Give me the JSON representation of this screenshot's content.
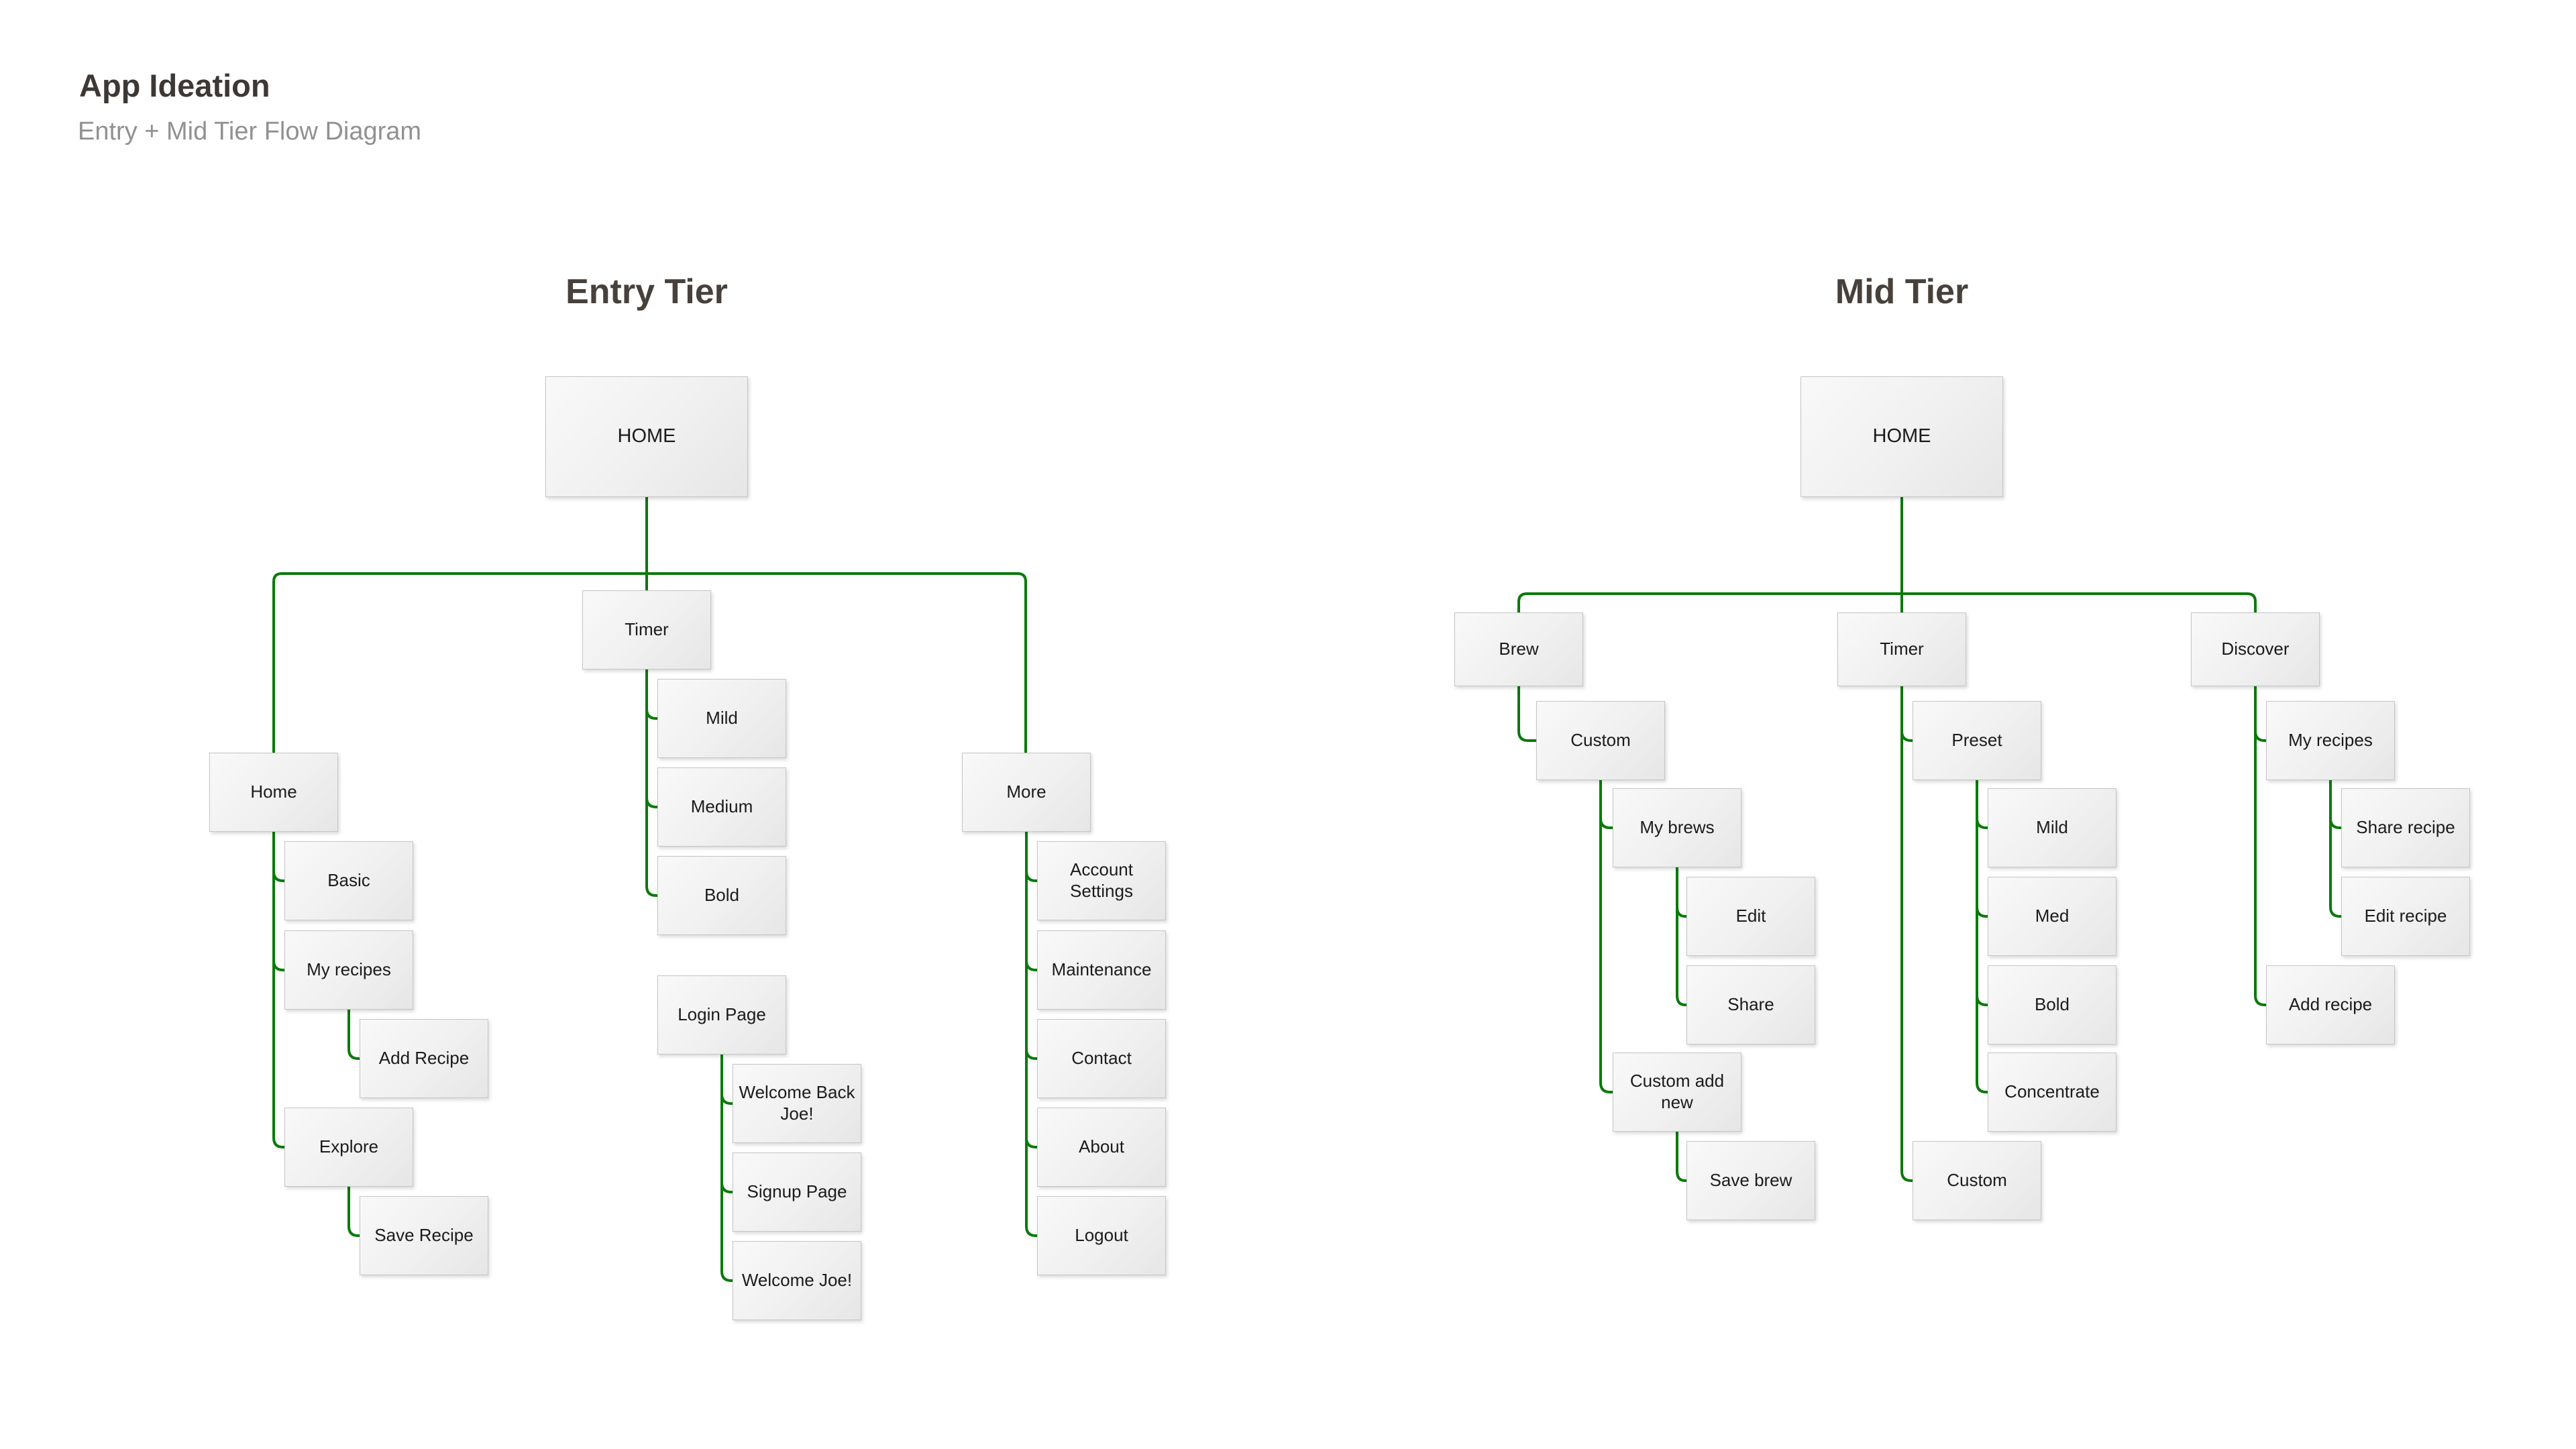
{
  "page": {
    "title": "App Ideation",
    "subtitle": "Entry + Mid Tier Flow Diagram"
  },
  "colors": {
    "connector_green": "#0a7a0a",
    "box_border": "#c6c6c6",
    "box_fill_light": "#f9f9f9",
    "box_fill_dark": "#e6e6e6",
    "heading_text": "#48413b",
    "subtitle_text": "#919191"
  },
  "entry": {
    "heading": "Entry Tier",
    "nodes": {
      "home_root": "HOME",
      "home": "Home",
      "basic": "Basic",
      "my_recipes": "My recipes",
      "add_recipe": "Add Recipe",
      "explore": "Explore",
      "save_recipe": "Save Recipe",
      "timer": "Timer",
      "mild": "Mild",
      "medium": "Medium",
      "bold": "Bold",
      "login_page": "Login Page",
      "welcome_back": "Welcome Back Joe!",
      "signup_page": "Signup Page",
      "welcome_joe": "Welcome Joe!",
      "more": "More",
      "account_settings": "Account Settings",
      "maintenance": "Maintenance",
      "contact": "Contact",
      "about": "About",
      "logout": "Logout"
    }
  },
  "mid": {
    "heading": "Mid Tier",
    "nodes": {
      "home_root": "HOME",
      "brew": "Brew",
      "custom": "Custom",
      "my_brews": "My brews",
      "edit": "Edit",
      "share": "Share",
      "custom_add_new": "Custom add new",
      "save_brew": "Save brew",
      "timer": "Timer",
      "preset": "Preset",
      "mild": "Mild",
      "med": "Med",
      "bold": "Bold",
      "concentrate": "Concentrate",
      "custom_timer": "Custom",
      "discover": "Discover",
      "my_recipes": "My recipes",
      "share_recipe": "Share recipe",
      "edit_recipe": "Edit recipe",
      "add_recipe": "Add recipe"
    }
  }
}
